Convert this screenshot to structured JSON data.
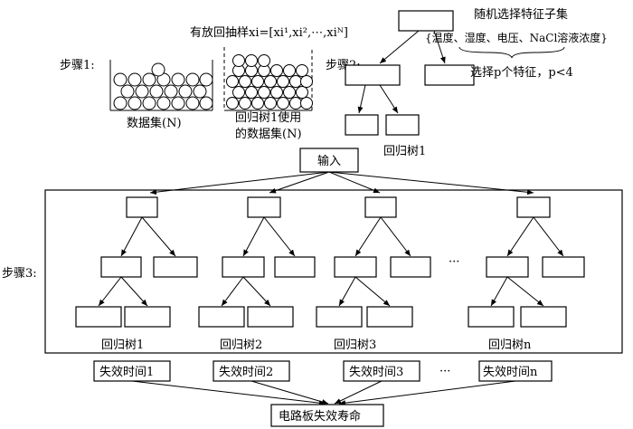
{
  "step1": {
    "label": "步骤1:",
    "dataset_caption": "数据集(N)",
    "sampling_formula": "有放回抽样xi=[xi¹,xi²,⋯,xiᴺ]",
    "tree1_dataset_caption_line1": "回归树1使用",
    "tree1_dataset_caption_line2": "的数据集(N)"
  },
  "step2": {
    "label": "步骤2:",
    "title": "随机选择特征子集",
    "feature_set": "{温度、湿度、电压、NaCl溶液浓度}",
    "select_text": "选择p个特征，p<4",
    "tree_caption": "回归树1"
  },
  "input_label": "输入",
  "step3": {
    "label": "步骤3:",
    "ellipsis": "···",
    "trees": [
      {
        "name": "回归树1",
        "failure_time": "失效时间1"
      },
      {
        "name": "回归树2",
        "failure_time": "失效时间2"
      },
      {
        "name": "回归树3",
        "failure_time": "失效时间3"
      },
      {
        "name": "回归树n",
        "failure_time": "失效时间n"
      }
    ]
  },
  "output_label": "电路板失效寿命"
}
